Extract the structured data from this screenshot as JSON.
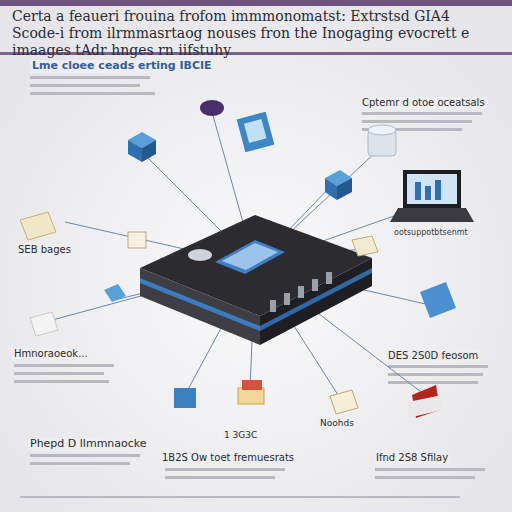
{
  "diagram": {
    "title": "Certa a feaueri frouina frofom immmonomatst: Extrstsd GIA4 Scode-i from ilrmmasrtaog nouses fron the Inogaging evocrett e imaages tAdr hnges rn iifstuhy",
    "labels": [
      "Lme cloee ceads erting IBCIE",
      "Cptemr d otoe oceatsals",
      "SEB bages",
      "ootsuppotbtsenmt",
      "Hmnoraoeok...",
      "DES 2S0D feosom",
      "Noohds",
      "1 3G3C",
      "Phepd D llmmnaocke",
      "1B2S Ow toet fremuesrats",
      "Ifnd 2S8 Sfilay"
    ]
  }
}
